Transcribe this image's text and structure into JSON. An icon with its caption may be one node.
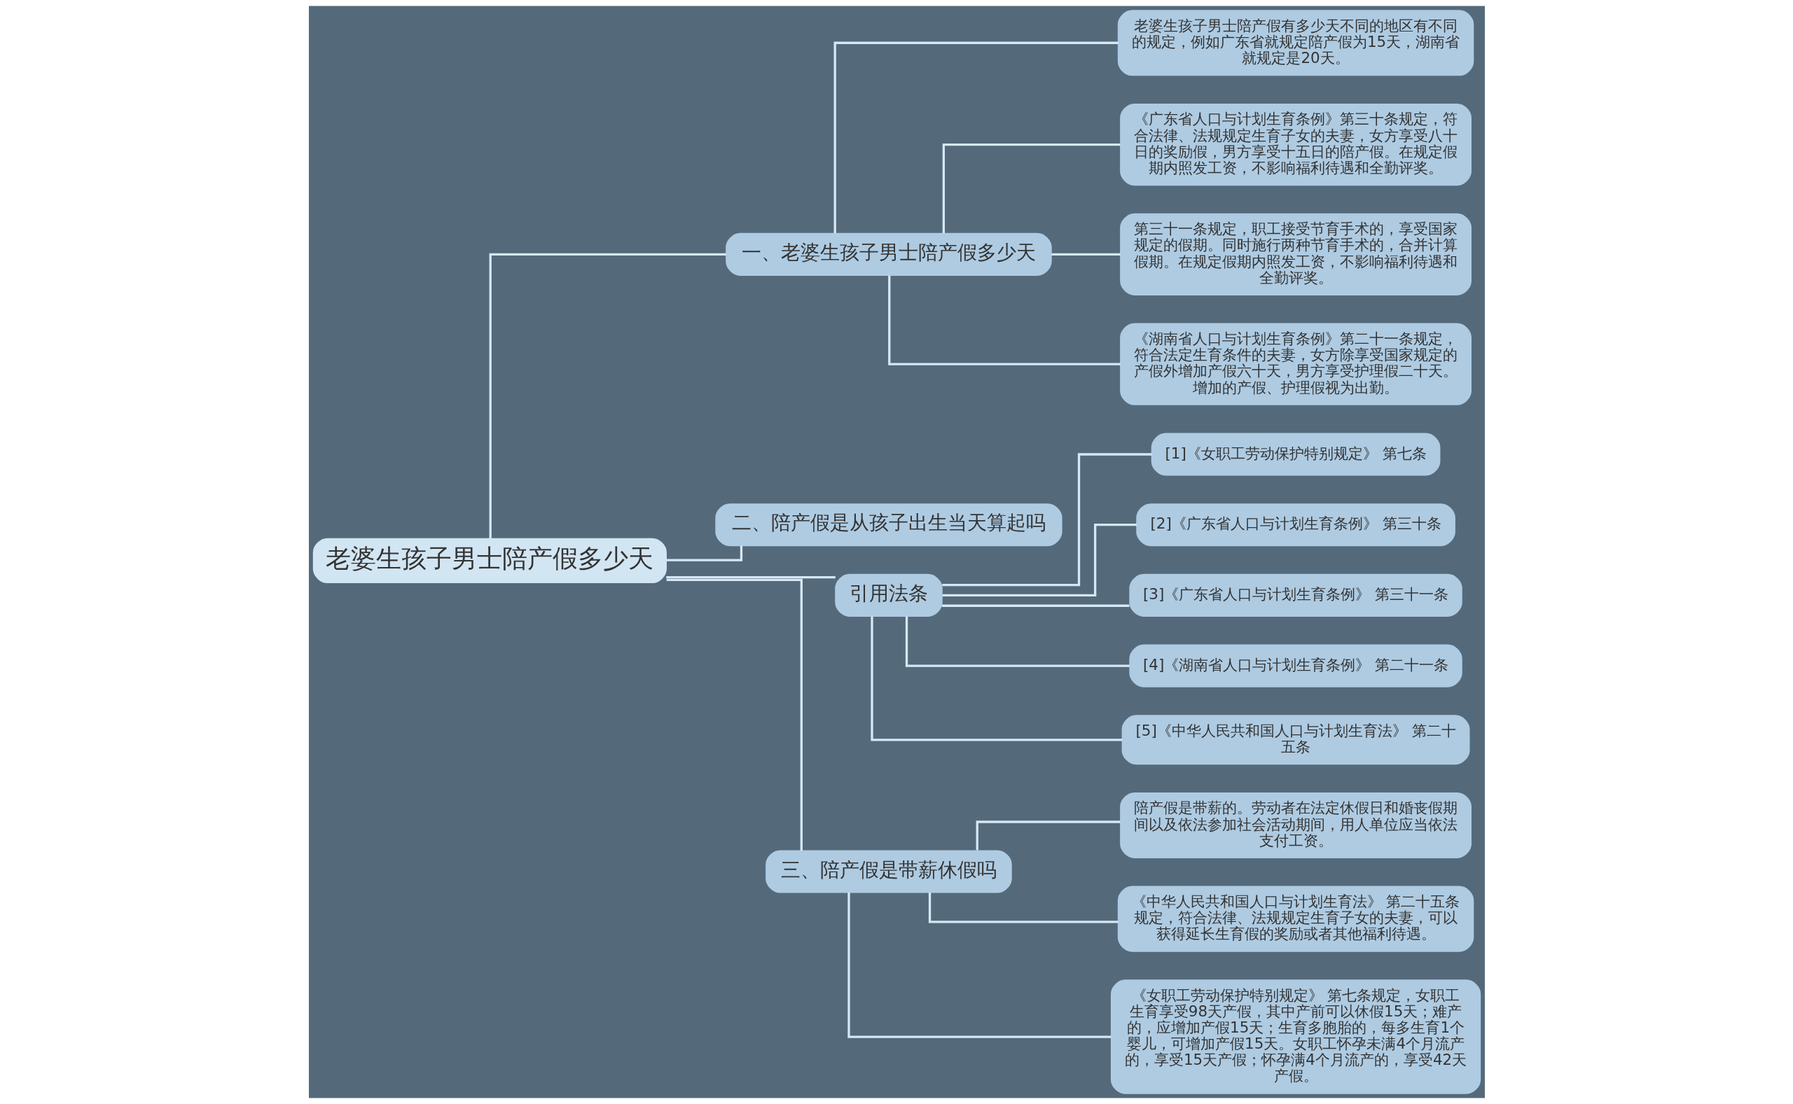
{
  "diagram": {
    "nodes": [
      {
        "text": [
          "老婆生孩子男士陪产假多少天"
        ]
      },
      {
        "text": [
          "一、老婆生孩子男士陪产假多少天"
        ]
      },
      {
        "text": [
          "老婆生孩子男士陪产假有多少天不同的地区有不同的规定，例如广东省就规定陪产假为15天，湖南省就规定是20天。"
        ]
      },
      {
        "text": [
          "《广东省人口与计划生育条例》第三十条规定，符合法律、法规规定生育子女的夫妻，女方享受八十日的奖励假，男方享受十五日的陪产假。在规定假期内照发工资，不影响福利待遇和全勤评奖。"
        ]
      },
      {
        "text": [
          "第三十一条规定，职工接受节育手术的，享受国家规定的假期。同时施行两种节育手术的，合并计算假期。在规定假期内照发工资，不影响福利待遇和全勤评奖。"
        ]
      },
      {
        "text": [
          "《湖南省人口与计划生育条例》第二十一条规定，符合法定生育条件的夫妻，女方除享受国家规定的产假外增加产假六十天，男方享受护理假二十天。增加的产假、护理假视为出勤。"
        ]
      },
      {
        "text": [
          "二、陪产假是从孩子出生当天算起吗"
        ]
      },
      {
        "text": [
          "引用法条"
        ]
      },
      {
        "text": [
          "[1]《女职工劳动保护特别规定》 第七条"
        ]
      },
      {
        "text": [
          "[2]《广东省人口与计划生育条例》 第三十条"
        ]
      },
      {
        "text": [
          "[3]《广东省人口与计划生育条例》 第三十一条"
        ]
      },
      {
        "text": [
          "[4]《湖南省人口与计划生育条例》 第二十一条"
        ]
      },
      {
        "text": [
          "[5]《中华人民共和国人口与计划生育法》 第二十五条"
        ]
      },
      {
        "text": [
          "三、陪产假是带薪休假吗"
        ]
      },
      {
        "text": [
          "陪产假是带薪的。劳动者在法定休假日和婚丧假期间以及依法参加社会活动期间，用人单位应当依法支付工资。"
        ]
      },
      {
        "text": [
          "《中华人民共和国人口与计划生育法》 第二十五条规定，符合法律、法规规定生育子女的夫妻，可以获得延长生育假的奖励或者其他福利待遇。"
        ]
      },
      {
        "text": [
          "《女职工劳动保护特别规定》 第七条规定，女职工生育享受98天产假，其中产前可以休假15天；难产的，应增加产假15天；生育多胞胎的，每多生育1个婴儿，可增加产假15天。女职工怀孕未满4个月流产的，享受15天产假；怀孕满4个月流产的，享受42天产假。"
        ]
      }
    ],
    "edges": [
      {
        "from": 0,
        "to": 1,
        "arrow": "none"
      },
      {
        "from": 1,
        "to": 2,
        "arrow": "none"
      },
      {
        "from": 1,
        "to": 3,
        "arrow": "none"
      },
      {
        "from": 1,
        "to": 4,
        "arrow": "none"
      },
      {
        "from": 1,
        "to": 5,
        "arrow": "none"
      },
      {
        "from": 0,
        "to": 6,
        "arrow": "none"
      },
      {
        "from": 0,
        "to": 7,
        "arrow": "none"
      },
      {
        "from": 7,
        "to": 8,
        "arrow": "none"
      },
      {
        "from": 7,
        "to": 9,
        "arrow": "none"
      },
      {
        "from": 7,
        "to": 10,
        "arrow": "none"
      },
      {
        "from": 7,
        "to": 11,
        "arrow": "none"
      },
      {
        "from": 7,
        "to": 12,
        "arrow": "none"
      },
      {
        "from": 0,
        "to": 13,
        "arrow": "none"
      },
      {
        "from": 13,
        "to": 14,
        "arrow": "none"
      },
      {
        "from": 13,
        "to": 15,
        "arrow": "none"
      },
      {
        "from": 13,
        "to": 16,
        "arrow": "none"
      }
    ]
  }
}
